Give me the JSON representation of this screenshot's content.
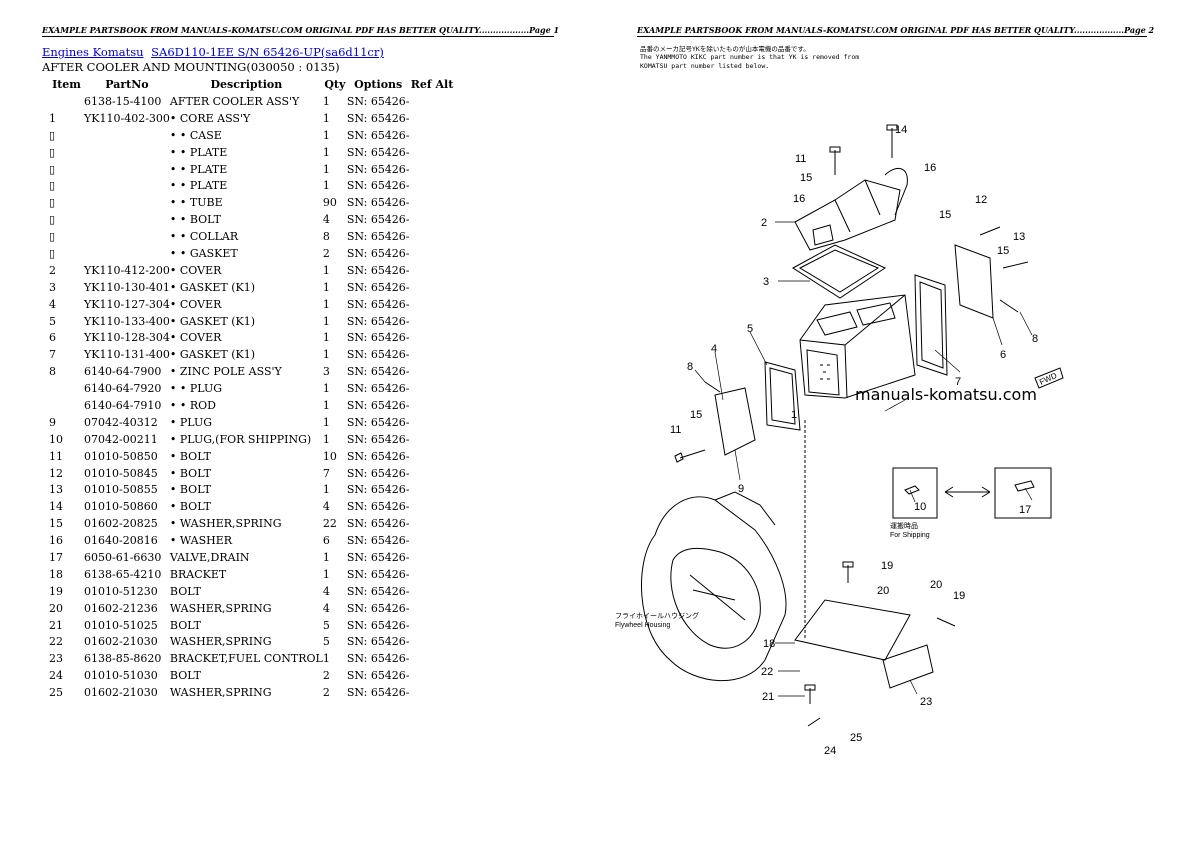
{
  "page1": {
    "header": "EXAMPLE PARTSBOOK FROM MANUALS-KOMATSU.COM ORIGINAL PDF HAS BETTER QUALITY..................Page 1",
    "breadcrumbs": [
      "Engines Komatsu",
      "SA6D110-1EE S/N 65426-UP(sa6d11cr)"
    ],
    "subtitle": "AFTER COOLER AND MOUNTING(030050 : 0135)",
    "columns": [
      "Item",
      "PartNo",
      "Description",
      "Qty",
      "Options",
      "Ref Alt"
    ],
    "rows": [
      [
        "",
        "6138-15-4100",
        "AFTER COOLER ASS'Y",
        "1",
        "SN: 65426-"
      ],
      [
        "1",
        "YK110-402-300",
        "• CORE ASS'Y",
        "1",
        "SN: 65426-"
      ],
      [
        "",
        "",
        "• • CASE",
        "1",
        "SN: 65426-"
      ],
      [
        "",
        "",
        "• • PLATE",
        "1",
        "SN: 65426-"
      ],
      [
        "",
        "",
        "• • PLATE",
        "1",
        "SN: 65426-"
      ],
      [
        "",
        "",
        "• • PLATE",
        "1",
        "SN: 65426-"
      ],
      [
        "",
        "",
        "• • TUBE",
        "90",
        "SN: 65426-"
      ],
      [
        "",
        "",
        "• • BOLT",
        "4",
        "SN: 65426-"
      ],
      [
        "",
        "",
        "• • COLLAR",
        "8",
        "SN: 65426-"
      ],
      [
        "",
        "",
        "• • GASKET",
        "2",
        "SN: 65426-"
      ],
      [
        "2",
        "YK110-412-200",
        "• COVER",
        "1",
        "SN: 65426-"
      ],
      [
        "3",
        "YK110-130-401",
        "• GASKET (K1)",
        "1",
        "SN: 65426-"
      ],
      [
        "4",
        "YK110-127-304",
        "• COVER",
        "1",
        "SN: 65426-"
      ],
      [
        "5",
        "YK110-133-400",
        "• GASKET (K1)",
        "1",
        "SN: 65426-"
      ],
      [
        "6",
        "YK110-128-304",
        "• COVER",
        "1",
        "SN: 65426-"
      ],
      [
        "7",
        "YK110-131-400",
        "• GASKET (K1)",
        "1",
        "SN: 65426-"
      ],
      [
        "8",
        "6140-64-7900",
        "• ZINC POLE ASS'Y",
        "3",
        "SN: 65426-"
      ],
      [
        "",
        "6140-64-7920",
        "• • PLUG",
        "1",
        "SN: 65426-"
      ],
      [
        "",
        "6140-64-7910",
        "• • ROD",
        "1",
        "SN: 65426-"
      ],
      [
        "9",
        "07042-40312",
        "• PLUG",
        "1",
        "SN: 65426-"
      ],
      [
        "10",
        "07042-00211",
        "• PLUG,(FOR SHIPPING)",
        "1",
        "SN: 65426-"
      ],
      [
        "11",
        "01010-50850",
        "• BOLT",
        "10",
        "SN: 65426-"
      ],
      [
        "12",
        "01010-50845",
        "• BOLT",
        "7",
        "SN: 65426-"
      ],
      [
        "13",
        "01010-50855",
        "• BOLT",
        "1",
        "SN: 65426-"
      ],
      [
        "14",
        "01010-50860",
        "• BOLT",
        "4",
        "SN: 65426-"
      ],
      [
        "15",
        "01602-20825",
        "• WASHER,SPRING",
        "22",
        "SN: 65426-"
      ],
      [
        "16",
        "01640-20816",
        "• WASHER",
        "6",
        "SN: 65426-"
      ],
      [
        "17",
        "6050-61-6630",
        "VALVE,DRAIN",
        "1",
        "SN: 65426-"
      ],
      [
        "18",
        "6138-65-4210",
        "BRACKET",
        "1",
        "SN: 65426-"
      ],
      [
        "19",
        "01010-51230",
        "BOLT",
        "4",
        "SN: 65426-"
      ],
      [
        "20",
        "01602-21236",
        "WASHER,SPRING",
        "4",
        "SN: 65426-"
      ],
      [
        "21",
        "01010-51025",
        "BOLT",
        "5",
        "SN: 65426-"
      ],
      [
        "22",
        "01602-21030",
        "WASHER,SPRING",
        "5",
        "SN: 65426-"
      ],
      [
        "23",
        "6138-85-8620",
        "BRACKET,FUEL CONTROL",
        "1",
        "SN: 65426-"
      ],
      [
        "24",
        "01010-51030",
        "BOLT",
        "2",
        "SN: 65426-"
      ],
      [
        "25",
        "01602-21030",
        "WASHER,SPRING",
        "2",
        "SN: 65426-"
      ]
    ],
    "placeholder_glyph": "▯"
  },
  "page2": {
    "header": "EXAMPLE PARTSBOOK FROM MANUALS-KOMATSU.COM ORIGINAL PDF HAS BETTER QUALITY..................Page 2",
    "note_lines": [
      "品番のメーカ記号YKを除いたものが山本電機の品番です。",
      "The YANMMOTO KIKC part number is that YK is removed from",
      "KOMATSU part number listed below."
    ],
    "watermark": "manuals-komatsu.com",
    "shipping_label_jp": "運搬時品",
    "shipping_label": "For Shipping",
    "flywheel_label_jp": "フライホイールハウジング",
    "flywheel_label": "Flywheel Housing",
    "fwd_label": "FWD",
    "callouts": [
      "1",
      "2",
      "3",
      "4",
      "5",
      "6",
      "7",
      "8",
      "8",
      "9",
      "10",
      "11",
      "11",
      "12",
      "13",
      "14",
      "15",
      "15",
      "15",
      "15",
      "16",
      "16",
      "17",
      "18",
      "19",
      "19",
      "20",
      "20",
      "21",
      "22",
      "23",
      "24",
      "25"
    ]
  }
}
